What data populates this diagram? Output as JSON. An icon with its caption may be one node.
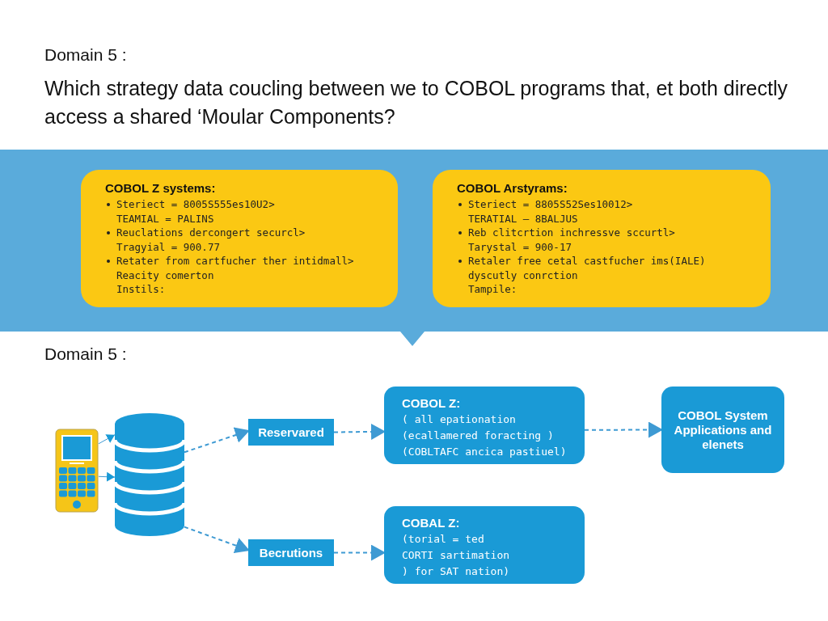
{
  "diagram": {
    "title": "Which strategy data coucling between we to COBOL programs that, et both directly access a shared ‘Moular Components?",
    "nodes": [
      {
        "text": [
          "COBOL Z systems:",
          "Steriect = 8005S555es10U2> TEAMIAL = PALINS",
          "Reuclations dercongert securcl> Tragyial = 900.77",
          "Retater from cartfucher ther intidmall> Reacity comerton",
          "Instils:"
        ]
      },
      {
        "text": [
          "COBOL Arstyrams:",
          "Steriect = 8805S52Ses10012> TERATIAL – 8BALJUS",
          "Reb clitcrtion inchressve sccurtl> Tarystal = 900-17",
          "Retaler free cetal castfucher ims(IALE) dyscutly conrction",
          "Tampile:"
        ]
      },
      {
        "text": [],
        "shape": "phone"
      },
      {
        "text": [],
        "shape": "cylinder"
      },
      {
        "text": [
          "Reservared"
        ]
      },
      {
        "text": [
          "Becrutions"
        ]
      },
      {
        "text": [
          "COBOL Z:",
          "( all epationation (ecallamered foracting ) (COBLTAFC ancica pastiuel)"
        ]
      },
      {
        "text": [
          "COBAL Z:",
          "(torial = ted CORTI sartimation ) for SAT nation)"
        ]
      },
      {
        "text": [
          "COBOL System Applications and elenets"
        ]
      }
    ],
    "edges": [
      {
        "from": 2,
        "to": 3,
        "arrow": "to"
      },
      {
        "from": 2,
        "to": 3,
        "arrow": "to"
      },
      {
        "from": 3,
        "to": 4,
        "arrow": "to",
        "style": "dashed"
      },
      {
        "from": 3,
        "to": 5,
        "arrow": "to",
        "style": "dashed"
      },
      {
        "from": 4,
        "to": 6,
        "arrow": "to",
        "style": "dashed"
      },
      {
        "from": 5,
        "to": 7,
        "arrow": "to",
        "style": "dashed"
      },
      {
        "from": 6,
        "to": 8,
        "arrow": "to",
        "style": "dashed"
      }
    ],
    "labels": [
      "Domain 5 :",
      "Domain 5 :"
    ]
  }
}
